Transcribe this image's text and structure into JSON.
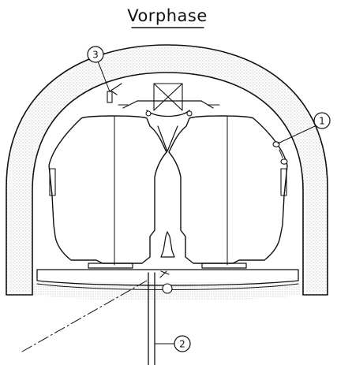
{
  "title": "Vorphase",
  "callouts": [
    {
      "label": "1"
    },
    {
      "label": "2"
    },
    {
      "label": "3"
    }
  ],
  "colors": {
    "line": "#111111",
    "background": "#ffffff",
    "hatch": "#9a9a9a"
  }
}
